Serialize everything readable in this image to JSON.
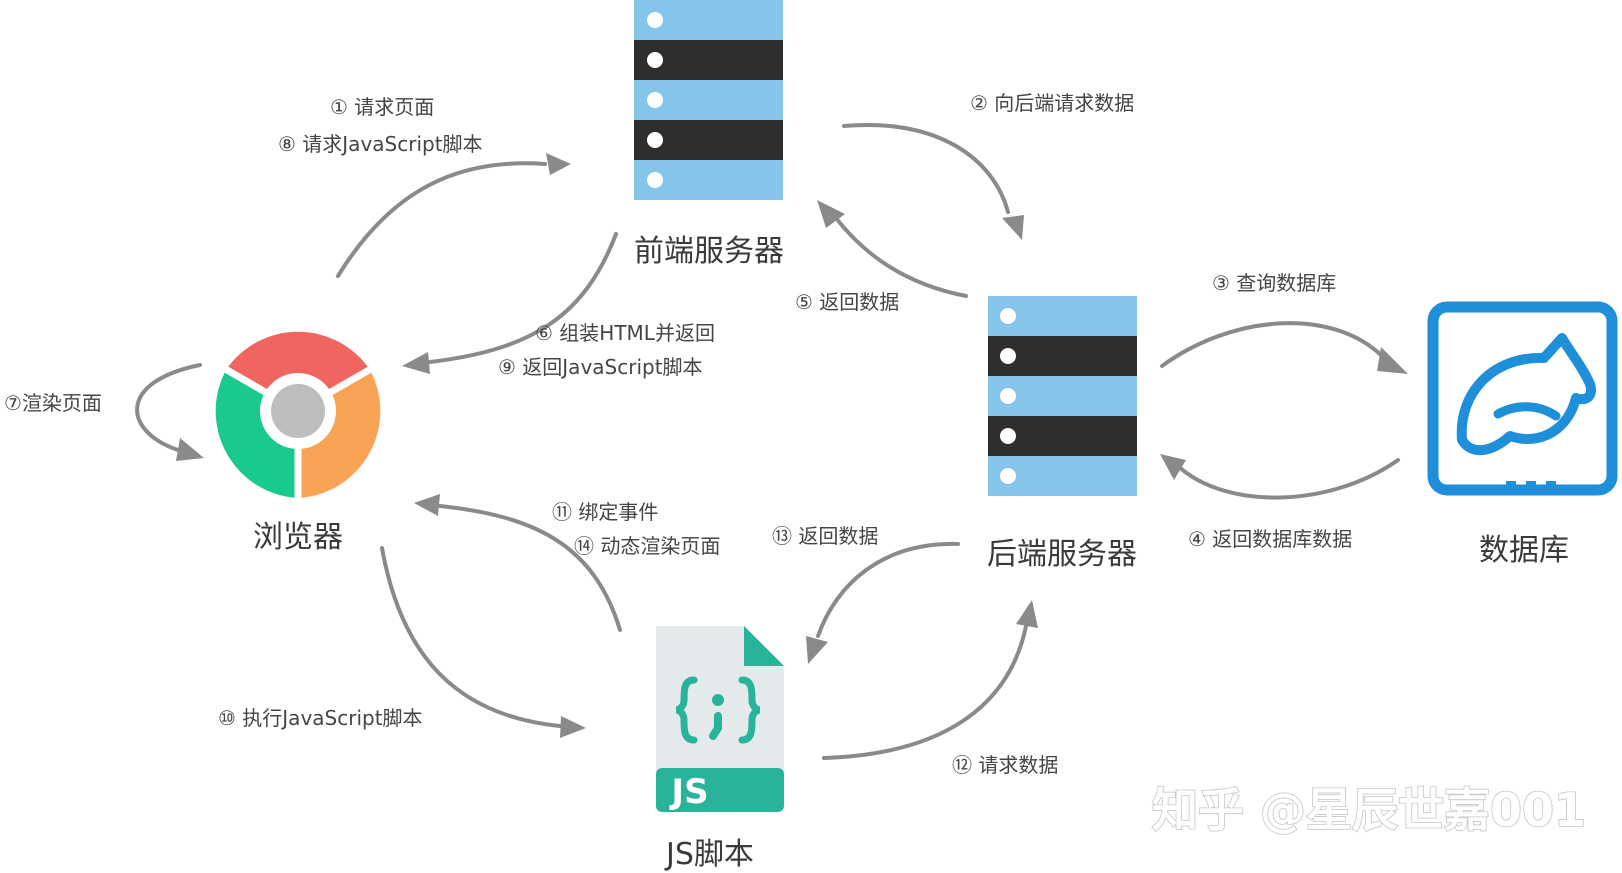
{
  "nodes": {
    "frontend_server": {
      "label": "前端服务器",
      "icon": "server-rack-icon"
    },
    "backend_server": {
      "label": "后端服务器",
      "icon": "server-rack-icon"
    },
    "browser": {
      "label": "浏览器",
      "icon": "chrome-browser-icon"
    },
    "database": {
      "label": "数据库",
      "icon": "mysql-dolphin-icon"
    },
    "js_script": {
      "label": "JS脚本",
      "icon": "js-file-icon",
      "file_badge": "JS"
    }
  },
  "edges": {
    "browser_to_frontend": [
      "① 请求页面",
      "⑧ 请求JavaScript脚本"
    ],
    "frontend_to_backend": [
      "② 向后端请求数据"
    ],
    "backend_to_database": [
      "③ 查询数据库"
    ],
    "database_to_backend": [
      "④ 返回数据库数据"
    ],
    "backend_to_frontend": [
      "⑤ 返回数据"
    ],
    "frontend_to_browser": [
      "⑥ 组装HTML并返回",
      "⑨ 返回JavaScript脚本"
    ],
    "browser_self": [
      "⑦渲染页面"
    ],
    "browser_to_js": [
      "⑩ 执行JavaScript脚本"
    ],
    "js_to_browser": [
      "⑪ 绑定事件",
      "⑭ 动态渲染页面"
    ],
    "js_to_backend": [
      "⑫ 请求数据"
    ],
    "backend_to_js": [
      "⑬ 返回数据"
    ]
  },
  "watermark": "知乎 @星辰世嘉001",
  "colors": {
    "server_light": "#86c5ea",
    "server_dark": "#2e2e2e",
    "chrome_red": "#f0655f",
    "chrome_green": "#19c98d",
    "chrome_orange": "#f9a355",
    "chrome_center": "#bdbdbd",
    "db_blue": "#1e8fd8",
    "js_teal": "#2ab39b",
    "js_paper": "#e4eaec",
    "arrow": "#8a8a8a",
    "text": "#454545"
  }
}
